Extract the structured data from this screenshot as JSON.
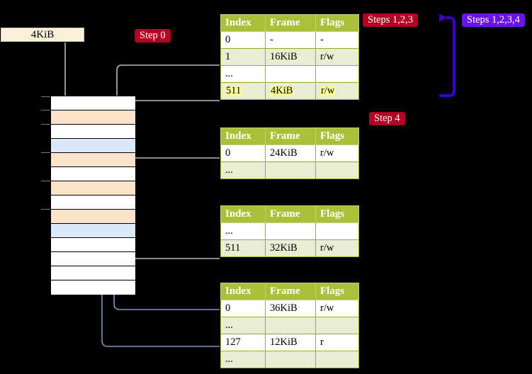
{
  "diagram": {
    "title": "page-table-walk",
    "source_block": {
      "label": "4KiB"
    },
    "badges": [
      {
        "name": "step-0",
        "text": "Step 0",
        "color": "#b30024"
      },
      {
        "name": "steps-123",
        "text": "Steps 1,2,3",
        "color": "#b30024"
      },
      {
        "name": "steps-1234",
        "text": "Steps 1,2,3,4",
        "color": "#6a14e8"
      },
      {
        "name": "step-4",
        "text": "Step 4",
        "color": "#b30024"
      }
    ],
    "columns": [
      "Index",
      "Frame",
      "Flags"
    ],
    "tables": [
      {
        "name": "pml4-table",
        "rows": [
          {
            "index": "0",
            "frame": "-",
            "flags": "-",
            "shade": "even",
            "highlight": false
          },
          {
            "index": "1",
            "frame": "16KiB",
            "flags": "r/w",
            "shade": "odd",
            "highlight": false
          },
          {
            "index": "...",
            "frame": "",
            "flags": "",
            "shade": "even",
            "highlight": false
          },
          {
            "index": "511",
            "frame": "4KiB",
            "flags": "r/w",
            "shade": "odd",
            "highlight": true
          }
        ]
      },
      {
        "name": "pdpt-table",
        "rows": [
          {
            "index": "0",
            "frame": "24KiB",
            "flags": "r/w",
            "shade": "even",
            "highlight": false
          },
          {
            "index": "...",
            "frame": "",
            "flags": "",
            "shade": "odd",
            "highlight": false
          }
        ]
      },
      {
        "name": "pd-table",
        "rows": [
          {
            "index": "...",
            "frame": "",
            "flags": "",
            "shade": "even",
            "highlight": false
          },
          {
            "index": "511",
            "frame": "32KiB",
            "flags": "r/w",
            "shade": "odd",
            "highlight": false
          }
        ]
      },
      {
        "name": "pt-table",
        "rows": [
          {
            "index": "0",
            "frame": "36KiB",
            "flags": "r/w",
            "shade": "even",
            "highlight": false
          },
          {
            "index": "...",
            "frame": "",
            "flags": "",
            "shade": "odd",
            "highlight": false
          },
          {
            "index": "127",
            "frame": "12KiB",
            "flags": "r",
            "shade": "even",
            "highlight": false
          },
          {
            "index": "...",
            "frame": "",
            "flags": "",
            "shade": "odd",
            "highlight": false
          }
        ]
      }
    ],
    "memory": {
      "name": "physical-memory-column",
      "rows": [
        {
          "fill": "white"
        },
        {
          "fill": "orange"
        },
        {
          "fill": "white"
        },
        {
          "fill": "blue"
        },
        {
          "fill": "orange"
        },
        {
          "fill": "white"
        },
        {
          "fill": "orange"
        },
        {
          "fill": "white"
        },
        {
          "fill": "orange"
        },
        {
          "fill": "blue"
        },
        {
          "fill": "white"
        },
        {
          "fill": "white"
        },
        {
          "fill": "white"
        },
        {
          "fill": "white"
        }
      ]
    },
    "colors": {
      "table_header": "#a8c139",
      "table_alt_row": "#e9eed3",
      "highlight": "#ffff99",
      "memory_orange": "#fde2cc",
      "memory_blue": "#dbe8f7",
      "source_box": "#fbf0d9",
      "wire_grey": "#b9b9b9",
      "wire_blue": "#7b93c4",
      "accent_violet": "#6a14e8",
      "accent_red": "#b30024"
    }
  }
}
